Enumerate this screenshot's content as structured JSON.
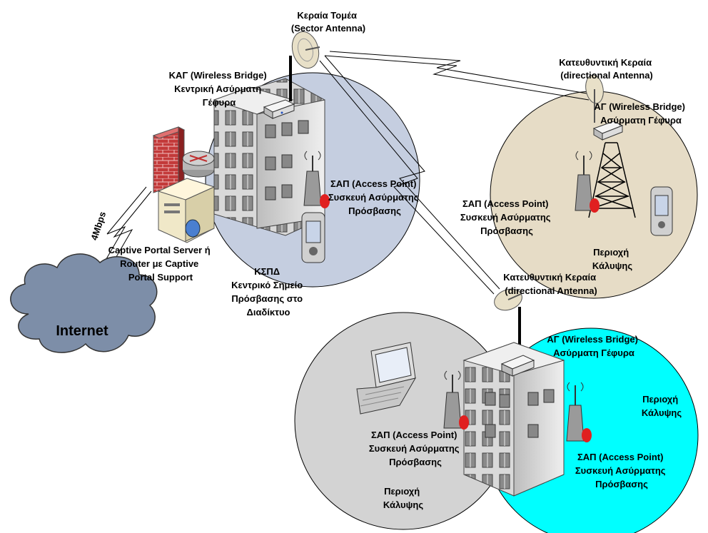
{
  "colors": {
    "central_area": "#c5cee0",
    "remote_area": "#e6dcc6",
    "client_area": "#d3d3d3",
    "cyan_area": "#00ffff",
    "building": "#d4d4d4",
    "firewall": "#c03030",
    "cloud": "#7d8ea8",
    "ap_dot": "#e02020"
  },
  "icons": [
    "sector-antenna-icon",
    "directional-antenna-icon",
    "building-icon",
    "tower-icon",
    "wireless-bridge-icon",
    "access-point-icon",
    "pda-icon",
    "laptop-icon",
    "firewall-icon",
    "router-icon",
    "server-icon",
    "cloud-icon"
  ],
  "labels": {
    "sector_antenna": [
      "Κεραία Τομέα",
      "(Sector Antenna)"
    ],
    "main_bridge": [
      "ΚΑΓ (Wireless Bridge)",
      "Κεντρική Ασύρματη",
      "Γέφυρα"
    ],
    "link_speed": "4Mbps",
    "captive_portal": [
      "Captive Portal Server ή",
      "Router με Captive",
      "Portal Support"
    ],
    "internet": "Internet",
    "kspd": [
      "ΚΣΠΔ",
      "Κεντρικό Σημείο",
      "Πρόσβασης στο",
      "Διαδίκτυο"
    ],
    "central_ap": [
      "ΣΑΠ (Access Point)",
      "Συσκευή Ασύρματης",
      "Πρόσβασης"
    ],
    "dir_antenna_right": [
      "Κατευθυντική Κεραία",
      "(directional Antenna)"
    ],
    "bridge_right": [
      "ΑΓ (Wireless Bridge)",
      "Ασύρματη Γέφυρα"
    ],
    "ap_right": [
      "ΣΑΠ (Access Point)",
      "Συσκευή Ασύρματης",
      "Πρόσβασης"
    ],
    "coverage_right": [
      "Περιοχή",
      "Κάλυψης"
    ],
    "dir_antenna_bottom": [
      "Κατευθυντική Κεραία",
      "(directional Antenna)"
    ],
    "bridge_bottom": [
      "ΑΓ  (Wireless Bridge)",
      "Ασύρματη Γέφυρα"
    ],
    "coverage_cyan": [
      "Περιοχή",
      "Κάλυψης"
    ],
    "ap_bottom_left": [
      "ΣΑΠ (Access Point)",
      "Συσκευή Ασύρματης",
      "Πρόσβασης"
    ],
    "coverage_bottom_left": [
      "Περιοχή",
      "Κάλυψης"
    ],
    "ap_bottom_right": [
      "ΣΑΠ (Access Point)",
      "Συσκευή Ασύρματης",
      "Πρόσβασης"
    ]
  }
}
